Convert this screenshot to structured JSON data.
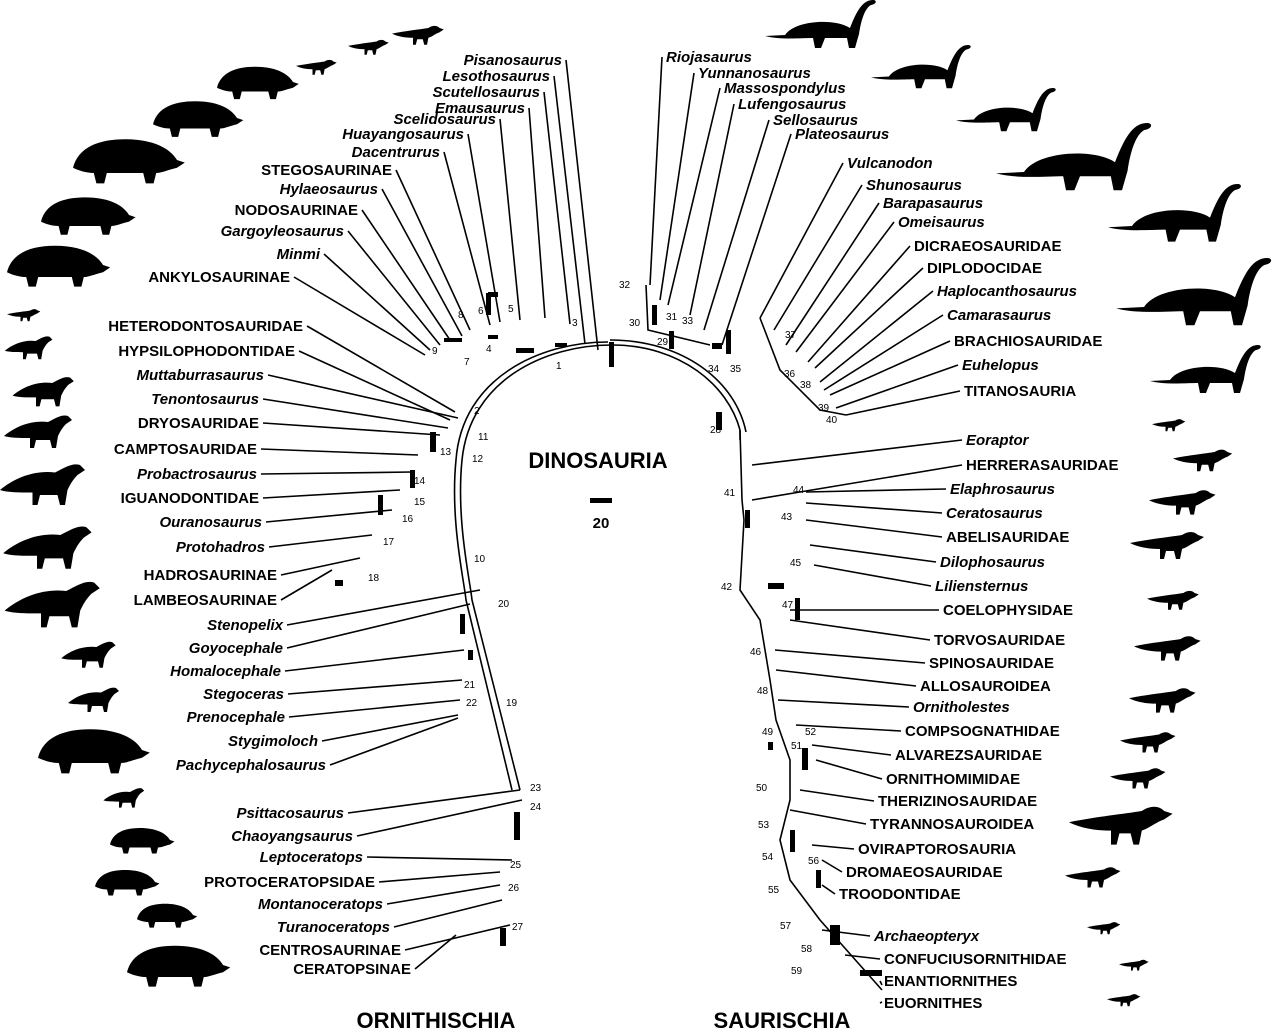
{
  "title": "DINOSAURIA",
  "scale_label": "20",
  "groups": {
    "left": "ORNITHISCHIA",
    "right": "SAURISCHIA"
  },
  "left_taxa": [
    {
      "name": "Pisanosaurus",
      "italic": true
    },
    {
      "name": "Lesothosaurus",
      "italic": true
    },
    {
      "name": "Scutellosaurus",
      "italic": true
    },
    {
      "name": "Emausaurus",
      "italic": true
    },
    {
      "name": "Scelidosaurus",
      "italic": true
    },
    {
      "name": "Huayangosaurus",
      "italic": true
    },
    {
      "name": "Dacentrurus",
      "italic": true
    },
    {
      "name": "STEGOSAURINAE",
      "italic": false
    },
    {
      "name": "Hylaeosaurus",
      "italic": true
    },
    {
      "name": "NODOSAURINAE",
      "italic": false
    },
    {
      "name": "Gargoyleosaurus",
      "italic": true
    },
    {
      "name": "Minmi",
      "italic": true
    },
    {
      "name": "ANKYLOSAURINAE",
      "italic": false
    },
    {
      "name": "HETERODONTOSAURIDAE",
      "italic": false
    },
    {
      "name": "HYPSILOPHODONTIDAE",
      "italic": false
    },
    {
      "name": "Muttaburrasaurus",
      "italic": true
    },
    {
      "name": "Tenontosaurus",
      "italic": true
    },
    {
      "name": "DRYOSAURIDAE",
      "italic": false
    },
    {
      "name": "CAMPTOSAURIDAE",
      "italic": false
    },
    {
      "name": "Probactrosaurus",
      "italic": true
    },
    {
      "name": "IGUANODONTIDAE",
      "italic": false
    },
    {
      "name": "Ouranosaurus",
      "italic": true
    },
    {
      "name": "Protohadros",
      "italic": true
    },
    {
      "name": "HADROSAURINAE",
      "italic": false
    },
    {
      "name": "LAMBEOSAURINAE",
      "italic": false
    },
    {
      "name": "Stenopelix",
      "italic": true
    },
    {
      "name": "Goyocephale",
      "italic": true
    },
    {
      "name": "Homalocephale",
      "italic": true
    },
    {
      "name": "Stegoceras",
      "italic": true
    },
    {
      "name": "Prenocephale",
      "italic": true
    },
    {
      "name": "Stygimoloch",
      "italic": true
    },
    {
      "name": "Pachycephalosaurus",
      "italic": true
    },
    {
      "name": "Psittacosaurus",
      "italic": true
    },
    {
      "name": "Chaoyangsaurus",
      "italic": true
    },
    {
      "name": "Leptoceratops",
      "italic": true
    },
    {
      "name": "PROTOCERATOPSIDAE",
      "italic": false
    },
    {
      "name": "Montanoceratops",
      "italic": true
    },
    {
      "name": "Turanoceratops",
      "italic": true
    },
    {
      "name": "CENTROSAURINAE",
      "italic": false
    },
    {
      "name": "CERATOPSINAE",
      "italic": false
    }
  ],
  "right_taxa": [
    {
      "name": "Riojasaurus",
      "italic": true
    },
    {
      "name": "Yunnanosaurus",
      "italic": true
    },
    {
      "name": "Massospondylus",
      "italic": true
    },
    {
      "name": "Lufengosaurus",
      "italic": true
    },
    {
      "name": "Sellosaurus",
      "italic": true
    },
    {
      "name": "Plateosaurus",
      "italic": true
    },
    {
      "name": "Vulcanodon",
      "italic": true
    },
    {
      "name": "Shunosaurus",
      "italic": true
    },
    {
      "name": "Barapasaurus",
      "italic": true
    },
    {
      "name": "Omeisaurus",
      "italic": true
    },
    {
      "name": "DICRAEOSAURIDAE",
      "italic": false
    },
    {
      "name": "DIPLODOCIDAE",
      "italic": false
    },
    {
      "name": "Haplocanthosaurus",
      "italic": true
    },
    {
      "name": "Camarasaurus",
      "italic": true
    },
    {
      "name": "BRACHIOSAURIDAE",
      "italic": false
    },
    {
      "name": "Euhelopus",
      "italic": true
    },
    {
      "name": "TITANOSAURIA",
      "italic": false
    },
    {
      "name": "Eoraptor",
      "italic": true
    },
    {
      "name": "HERRERASAURIDAE",
      "italic": false
    },
    {
      "name": "Elaphrosaurus",
      "italic": true
    },
    {
      "name": "Ceratosaurus",
      "italic": true
    },
    {
      "name": "ABELISAURIDAE",
      "italic": false
    },
    {
      "name": "Dilophosaurus",
      "italic": true
    },
    {
      "name": "Liliensternus",
      "italic": true
    },
    {
      "name": "COELOPHYSIDAE",
      "italic": false
    },
    {
      "name": "TORVOSAURIDAE",
      "italic": false
    },
    {
      "name": "SPINOSAURIDAE",
      "italic": false
    },
    {
      "name": "ALLOSAUROIDEA",
      "italic": false
    },
    {
      "name": "Ornitholestes",
      "italic": true
    },
    {
      "name": "COMPSOGNATHIDAE",
      "italic": false
    },
    {
      "name": "ALVAREZSAURIDAE",
      "italic": false
    },
    {
      "name": "ORNITHOMIMIDAE",
      "italic": false
    },
    {
      "name": "THERIZINOSAURIDAE",
      "italic": false
    },
    {
      "name": "TYRANNOSAUROIDEA",
      "italic": false
    },
    {
      "name": "OVIRAPTOROSAURIA",
      "italic": false
    },
    {
      "name": "DROMAEOSAURIDAE",
      "italic": false
    },
    {
      "name": "TROODONTIDAE",
      "italic": false
    },
    {
      "name": "Archaeopteryx",
      "italic": true
    },
    {
      "name": "CONFUCIUSORNITHIDAE",
      "italic": false
    },
    {
      "name": "ENANTIORNITHES",
      "italic": false
    },
    {
      "name": "EUORNITHES",
      "italic": false
    }
  ],
  "node_numbers": [
    "1",
    "2",
    "3",
    "4",
    "5",
    "6",
    "7",
    "8",
    "9",
    "10",
    "11",
    "12",
    "13",
    "14",
    "15",
    "16",
    "17",
    "18",
    "19",
    "20",
    "21",
    "22",
    "23",
    "24",
    "25",
    "26",
    "27",
    "28",
    "29",
    "30",
    "31",
    "32",
    "33",
    "34",
    "35",
    "36",
    "37",
    "38",
    "39",
    "40",
    "41",
    "42",
    "43",
    "44",
    "45",
    "46",
    "47",
    "48",
    "49",
    "50",
    "51",
    "52",
    "53",
    "54",
    "55",
    "56",
    "57",
    "58",
    "59"
  ]
}
